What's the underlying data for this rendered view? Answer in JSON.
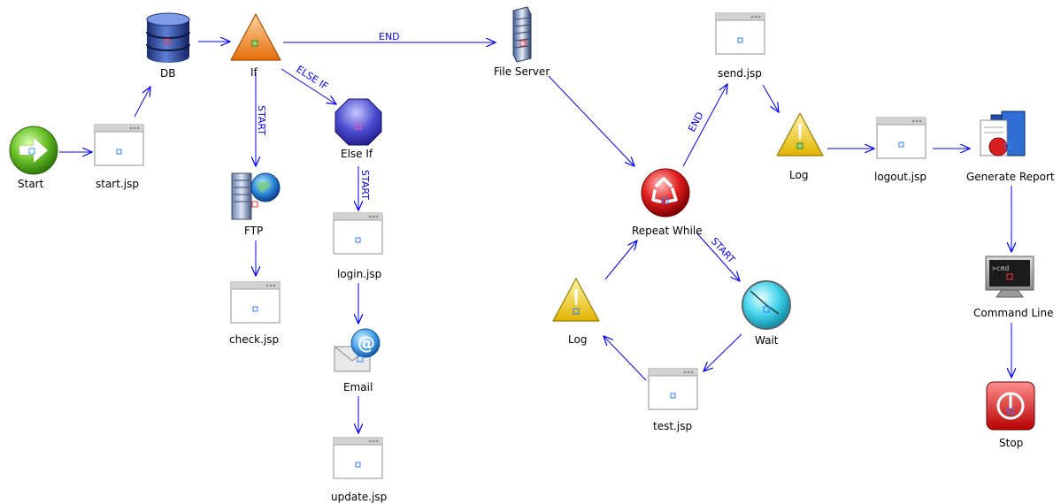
{
  "colors": {
    "connector": "#0000ff",
    "label": "#000000",
    "background": "#ffffff"
  },
  "nodes": {
    "start": {
      "label": "Start",
      "icon": "arrow-right-circle-icon"
    },
    "start_jsp": {
      "label": "start.jsp",
      "icon": "jsp-page-icon"
    },
    "db": {
      "label": "DB",
      "icon": "database-icon"
    },
    "if": {
      "label": "If",
      "icon": "if-triangle-icon"
    },
    "ftp": {
      "label": "FTP",
      "icon": "ftp-server-icon"
    },
    "check_jsp": {
      "label": "check.jsp",
      "icon": "jsp-page-icon"
    },
    "else_if": {
      "label": "Else If",
      "icon": "else-if-octagon-icon"
    },
    "login_jsp": {
      "label": "login.jsp",
      "icon": "jsp-page-icon"
    },
    "email": {
      "label": "Email",
      "icon": "email-icon"
    },
    "update_jsp": {
      "label": "update.jsp",
      "icon": "jsp-page-icon"
    },
    "file_server": {
      "label": "File Server",
      "icon": "file-server-icon"
    },
    "repeat_while": {
      "label": "Repeat While",
      "icon": "repeat-while-icon"
    },
    "wait": {
      "label": "Wait",
      "icon": "clock-icon"
    },
    "test_jsp": {
      "label": "test.jsp",
      "icon": "jsp-page-icon"
    },
    "log_left": {
      "label": "Log",
      "icon": "warning-triangle-icon"
    },
    "send_jsp": {
      "label": "send.jsp",
      "icon": "jsp-page-icon"
    },
    "log_right": {
      "label": "Log",
      "icon": "warning-triangle-icon"
    },
    "logout_jsp": {
      "label": "logout.jsp",
      "icon": "jsp-page-icon"
    },
    "generate_report": {
      "label": "Generate Report",
      "icon": "report-icon"
    },
    "command_line": {
      "label": "Command Line",
      "icon": "command-line-icon"
    },
    "stop": {
      "label": "Stop",
      "icon": "stop-icon"
    }
  },
  "edges": {
    "if_file_server": {
      "label": "END"
    },
    "if_else_if": {
      "label": "ELSE IF"
    },
    "if_ftp": {
      "label": "START"
    },
    "else_if_login": {
      "label": "START"
    },
    "repeat_send": {
      "label": "END"
    },
    "repeat_wait": {
      "label": "START"
    }
  },
  "command_line_screen_text": ">cmd"
}
